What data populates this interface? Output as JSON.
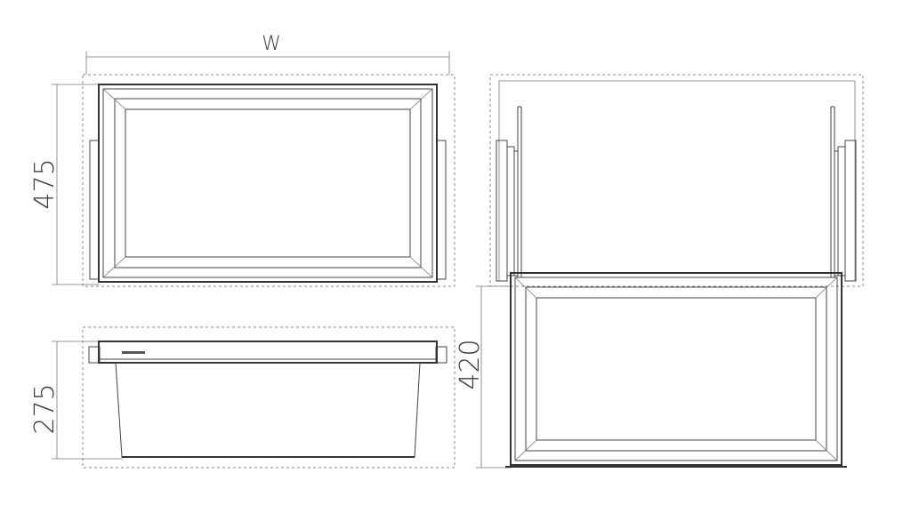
{
  "diagram": {
    "labels": {
      "width": "W",
      "depth": "475",
      "height": "275",
      "extension": "420"
    },
    "colors": {
      "line": "#444444",
      "dashed": "#888888",
      "text": "#3c3c3c",
      "background": "#ffffff"
    }
  }
}
